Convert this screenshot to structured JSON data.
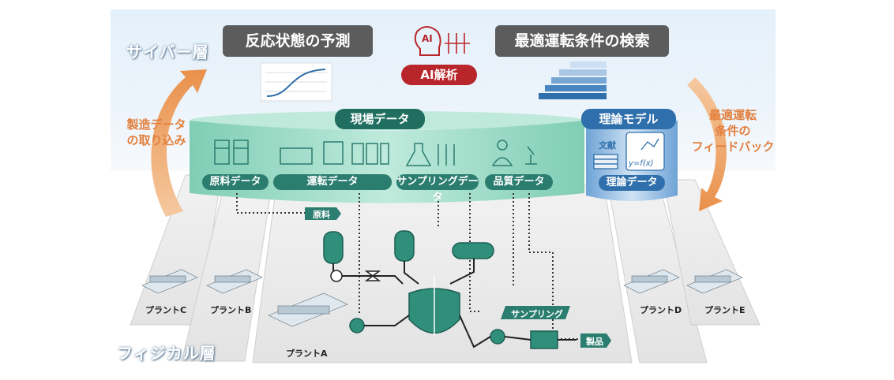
{
  "cyber_layer": {
    "label": "サイバー層"
  },
  "physical_layer": {
    "label": "フィジカル層"
  },
  "cyber": {
    "prediction_title": "反応状態の予測",
    "search_title": "最適運転条件の検索",
    "ai_icon_text": "AI",
    "ai_label": "AI解析"
  },
  "arrows": {
    "left_text": [
      "製造データ",
      "の取り込み"
    ],
    "right_text": [
      "最適運転",
      "条件の",
      "フィードバック"
    ]
  },
  "field_data": {
    "title": "現場データ",
    "items": [
      "原料データ",
      "運転データ",
      "サンプリングデータ",
      "品質データ"
    ]
  },
  "theory_model": {
    "title": "理論モデル",
    "doc_label": "文献",
    "formula": "y=f(x)",
    "item": "理論データ"
  },
  "plant": {
    "raw_tag": "原料",
    "sampling_tag": "サンプリング",
    "product_tag": "製品",
    "plants": [
      "プラントA",
      "プラントB",
      "プラントC",
      "プラントD",
      "プラントE"
    ]
  },
  "colors": {
    "teal": "#2a7d6f",
    "teal_light": "#a8dccb",
    "blue": "#2f6fab",
    "ai_red": "#b8262b",
    "orange": "#e9904a",
    "dark_box": "#5c5c5c"
  }
}
